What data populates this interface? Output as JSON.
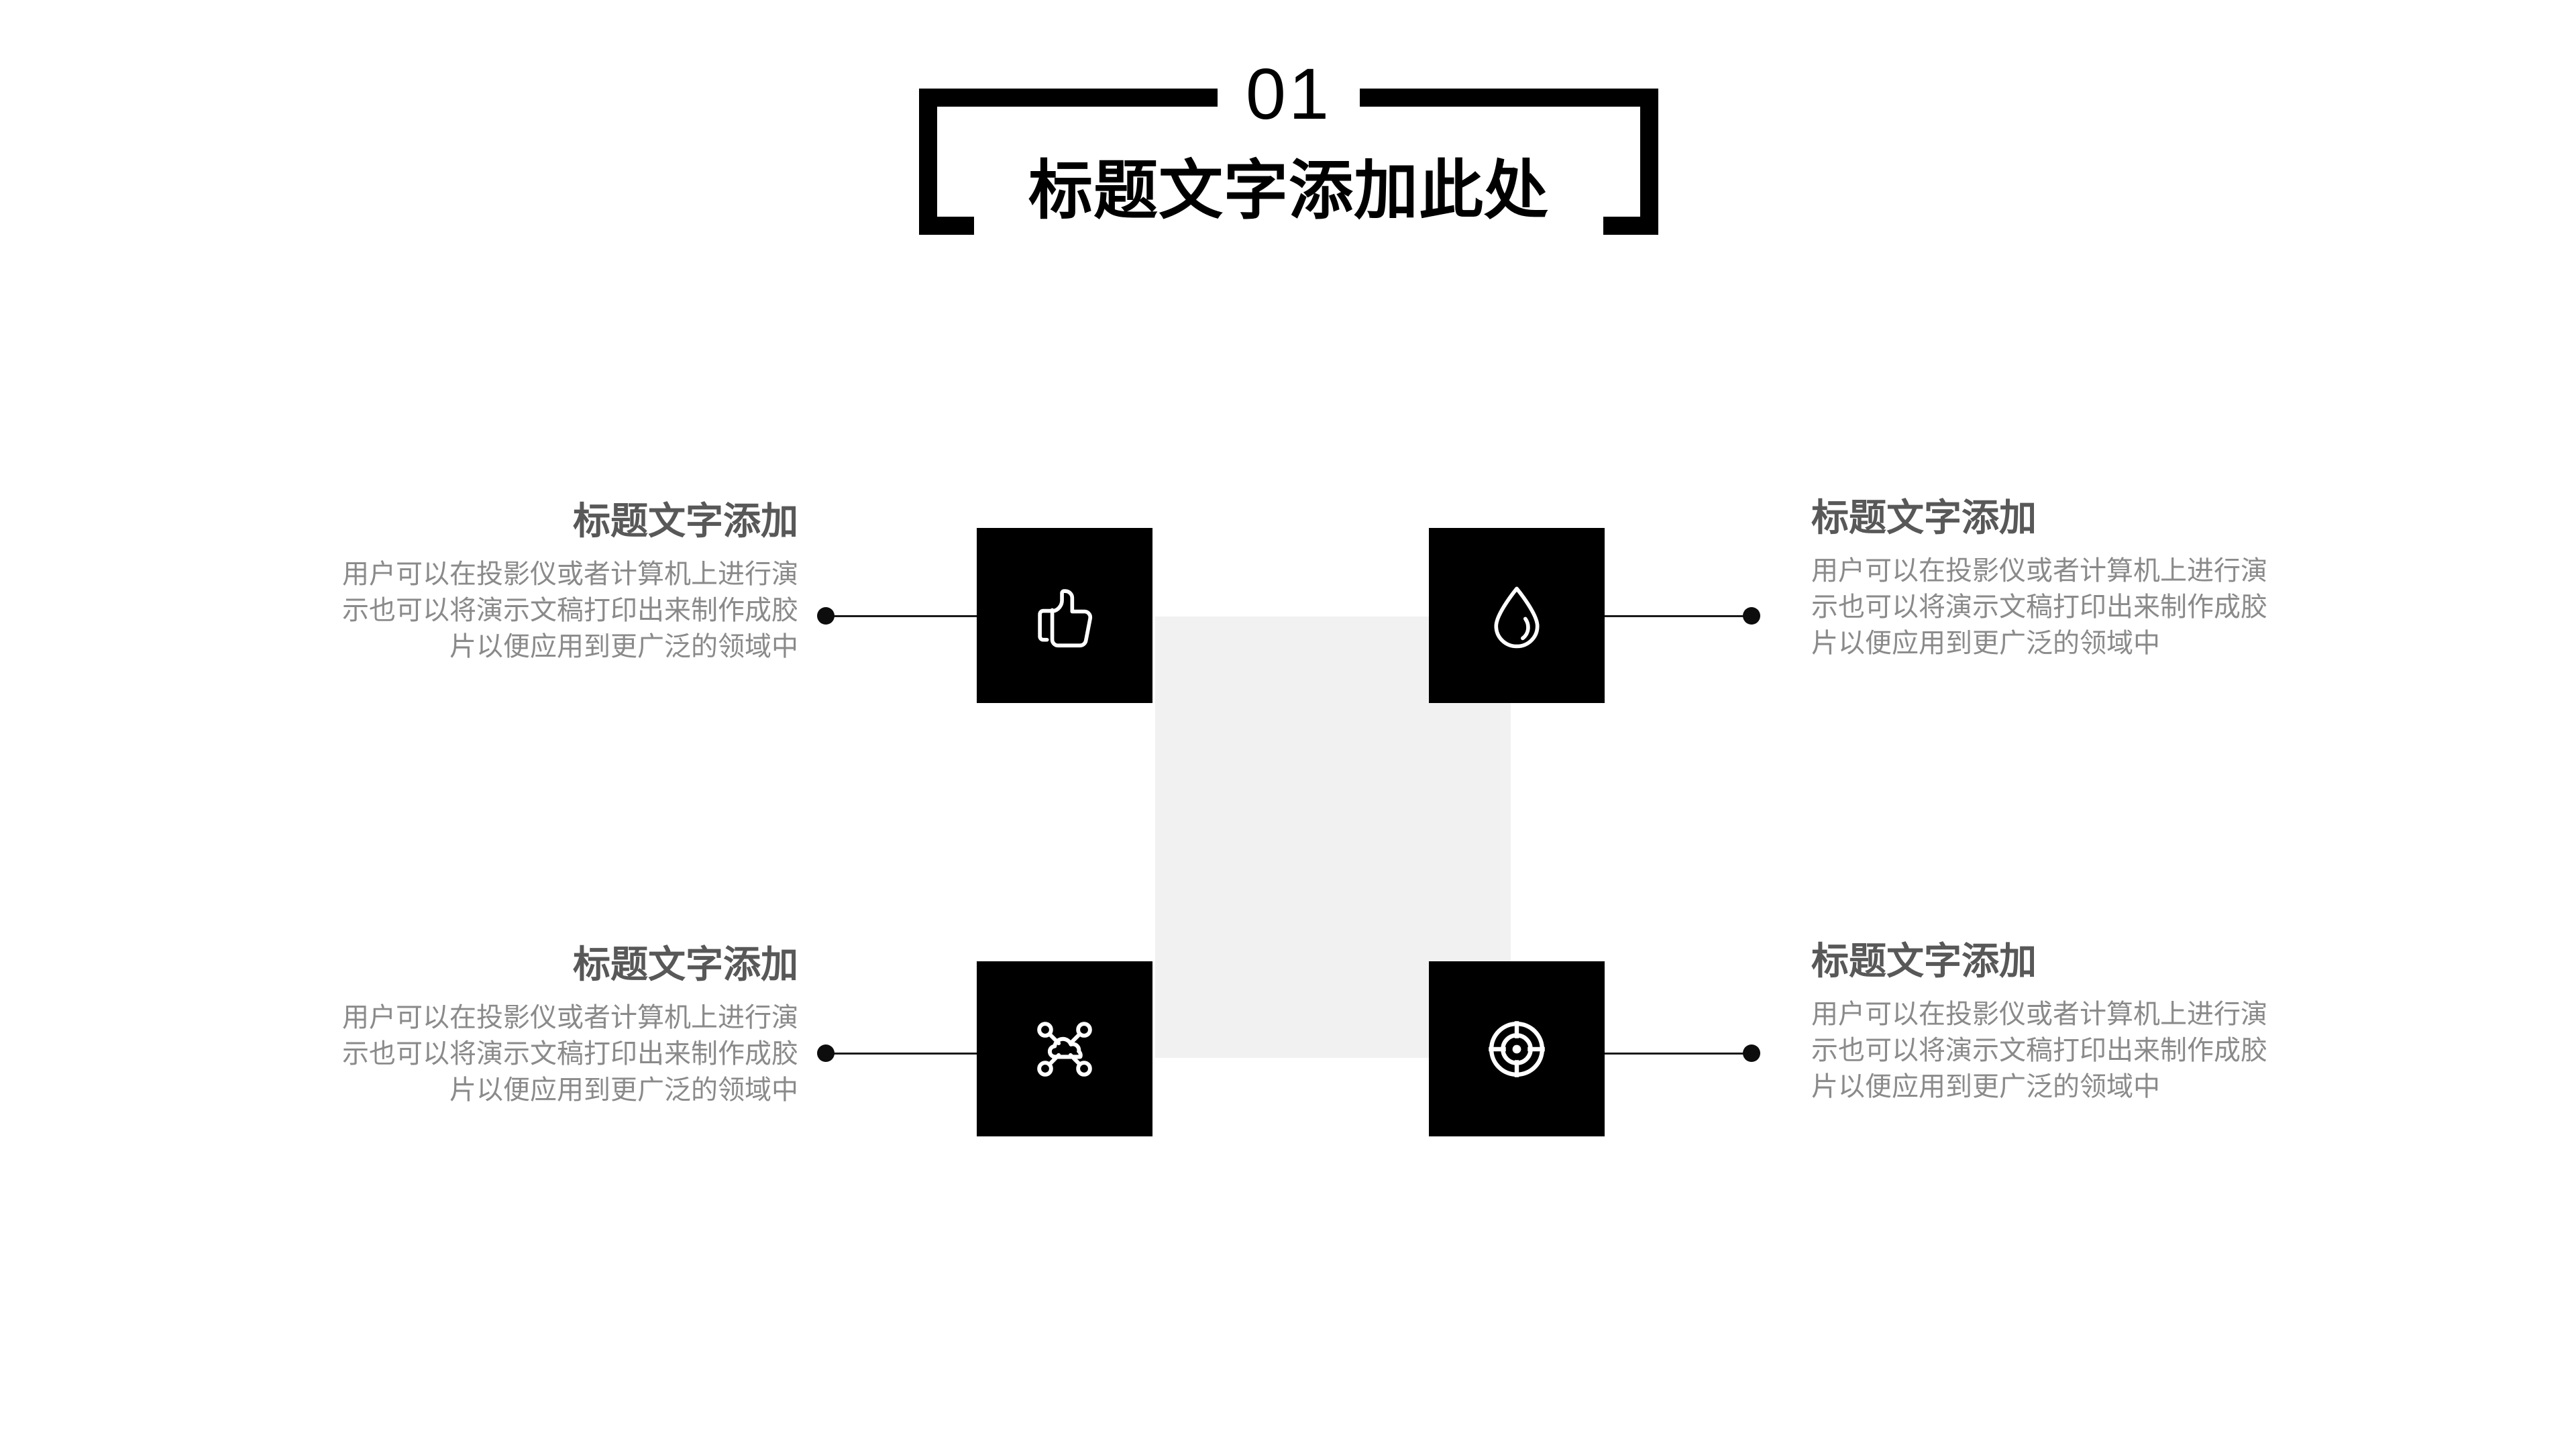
{
  "header": {
    "number": "01",
    "title": "标题文字添加此处"
  },
  "colors": {
    "icon_box_bg": "#000000",
    "icon_glyph": "#ffffff",
    "center_square_bg": "#f1f1f1",
    "title_text": "#585858",
    "body_text": "#8a8a8a",
    "header_text": "#000000",
    "connector": "#1a1a1a",
    "page_bg": "#ffffff"
  },
  "items": [
    {
      "position": "top-left",
      "icon": "thumbs-up-icon",
      "title": "标题文字添加",
      "body": "用户可以在投影仪或者计算机上进行演示也可以将演示文稿打印出来制作成胶片以便应用到更广泛的领域中"
    },
    {
      "position": "top-right",
      "icon": "water-drop-icon",
      "title": "标题文字添加",
      "body": "用户可以在投影仪或者计算机上进行演示也可以将演示文稿打印出来制作成胶片以便应用到更广泛的领域中"
    },
    {
      "position": "bottom-left",
      "icon": "cloud-network-icon",
      "title": "标题文字添加",
      "body": "用户可以在投影仪或者计算机上进行演示也可以将演示文稿打印出来制作成胶片以便应用到更广泛的领域中"
    },
    {
      "position": "bottom-right",
      "icon": "target-icon",
      "title": "标题文字添加",
      "body": "用户可以在投影仪或者计算机上进行演示也可以将演示文稿打印出来制作成胶片以便应用到更广泛的领域中"
    }
  ]
}
